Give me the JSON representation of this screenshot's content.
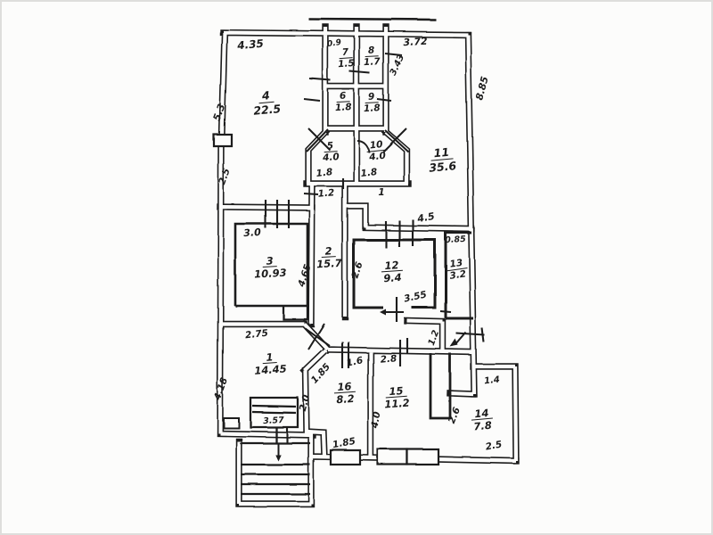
{
  "title": "hand-drawn apartment floor plan",
  "ink_color": "#1b1b1b",
  "paper_color": "#fcfcfb",
  "rooms": [
    {
      "number": "1",
      "area": "14.45"
    },
    {
      "number": "2",
      "area": "15.7"
    },
    {
      "number": "3",
      "area": "10.93"
    },
    {
      "number": "4",
      "area": "22.5"
    },
    {
      "number": "5",
      "area": "4.0"
    },
    {
      "number": "6",
      "area": "1.8"
    },
    {
      "number": "7",
      "area": "1.5"
    },
    {
      "number": "8",
      "area": "1.7"
    },
    {
      "number": "9",
      "area": "1.8"
    },
    {
      "number": "10",
      "area": "4.0"
    },
    {
      "number": "11",
      "area": "35.6"
    },
    {
      "number": "12",
      "area": "9.4"
    },
    {
      "number": "13",
      "area": "3.2"
    },
    {
      "number": "14",
      "area": "7.8"
    },
    {
      "number": "15",
      "area": "11.2"
    },
    {
      "number": "16",
      "area": "8.2"
    }
  ],
  "dims": [
    {
      "text": "4.35"
    },
    {
      "text": "0.9"
    },
    {
      "text": "3.72"
    },
    {
      "text": "3.43"
    },
    {
      "text": "8.85"
    },
    {
      "text": "5.3"
    },
    {
      "text": "1.8"
    },
    {
      "text": "1.8"
    },
    {
      "text": "2.5"
    },
    {
      "text": "1.2"
    },
    {
      "text": "1"
    },
    {
      "text": "3.0"
    },
    {
      "text": "4.5"
    },
    {
      "text": "0.85"
    },
    {
      "text": "4.65"
    },
    {
      "text": "2.6"
    },
    {
      "text": "3.55"
    },
    {
      "text": "2.75"
    },
    {
      "text": "4.18"
    },
    {
      "text": "2.0"
    },
    {
      "text": "1.85"
    },
    {
      "text": "1.6"
    },
    {
      "text": "2.8"
    },
    {
      "text": "1.2"
    },
    {
      "text": "1.4"
    },
    {
      "text": "4.0"
    },
    {
      "text": "2.6"
    },
    {
      "text": "3.57"
    },
    {
      "text": "1.85"
    },
    {
      "text": "2.5"
    }
  ]
}
